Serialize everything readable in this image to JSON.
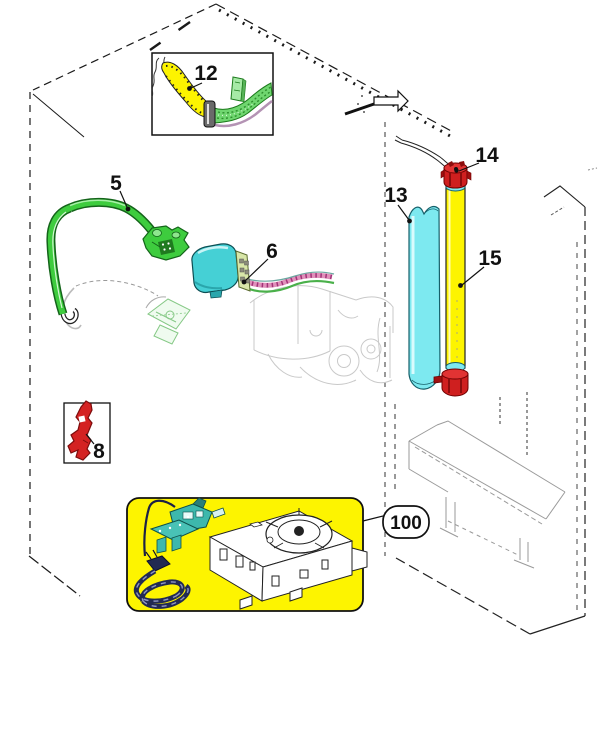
{
  "diagram": {
    "background": "#ffffff",
    "labels": {
      "part5": "5",
      "part6": "6",
      "part8": "8",
      "part12": "12",
      "part13": "13",
      "part14": "14",
      "part15": "15",
      "part100": "100"
    },
    "colors": {
      "highlight_yellow": "#fdf400",
      "cyan_light": "#7de9f0",
      "cyan_device": "#45d0d5",
      "teal_switch": "#3db8ac",
      "green_part": "#3ecc3e",
      "green_hose": "#6fd66f",
      "red_part": "#d42222",
      "wire_pink": "#e090ba",
      "wire_magenta": "#a23278",
      "wire_green": "#4ab04a",
      "cord_navy": "#222a52",
      "line_black": "#1a1a1a",
      "ghost_gray": "#c9c9c9",
      "console_gray": "#9a9a9a"
    }
  }
}
